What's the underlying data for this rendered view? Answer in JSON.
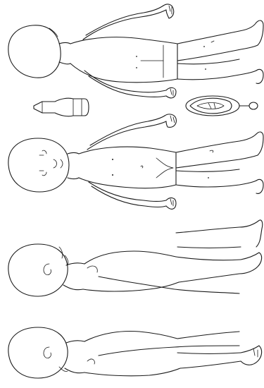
{
  "figure": {
    "background": "#ffffff",
    "line_color": "#1a1a1a",
    "views": [
      {
        "id": "back-view",
        "accessories": []
      },
      {
        "id": "front-view",
        "accessories": [
          "diaper-detail",
          "genital-detail"
        ]
      },
      {
        "id": "left-side-view",
        "accessories": []
      },
      {
        "id": "right-side-view",
        "accessories": []
      }
    ]
  }
}
